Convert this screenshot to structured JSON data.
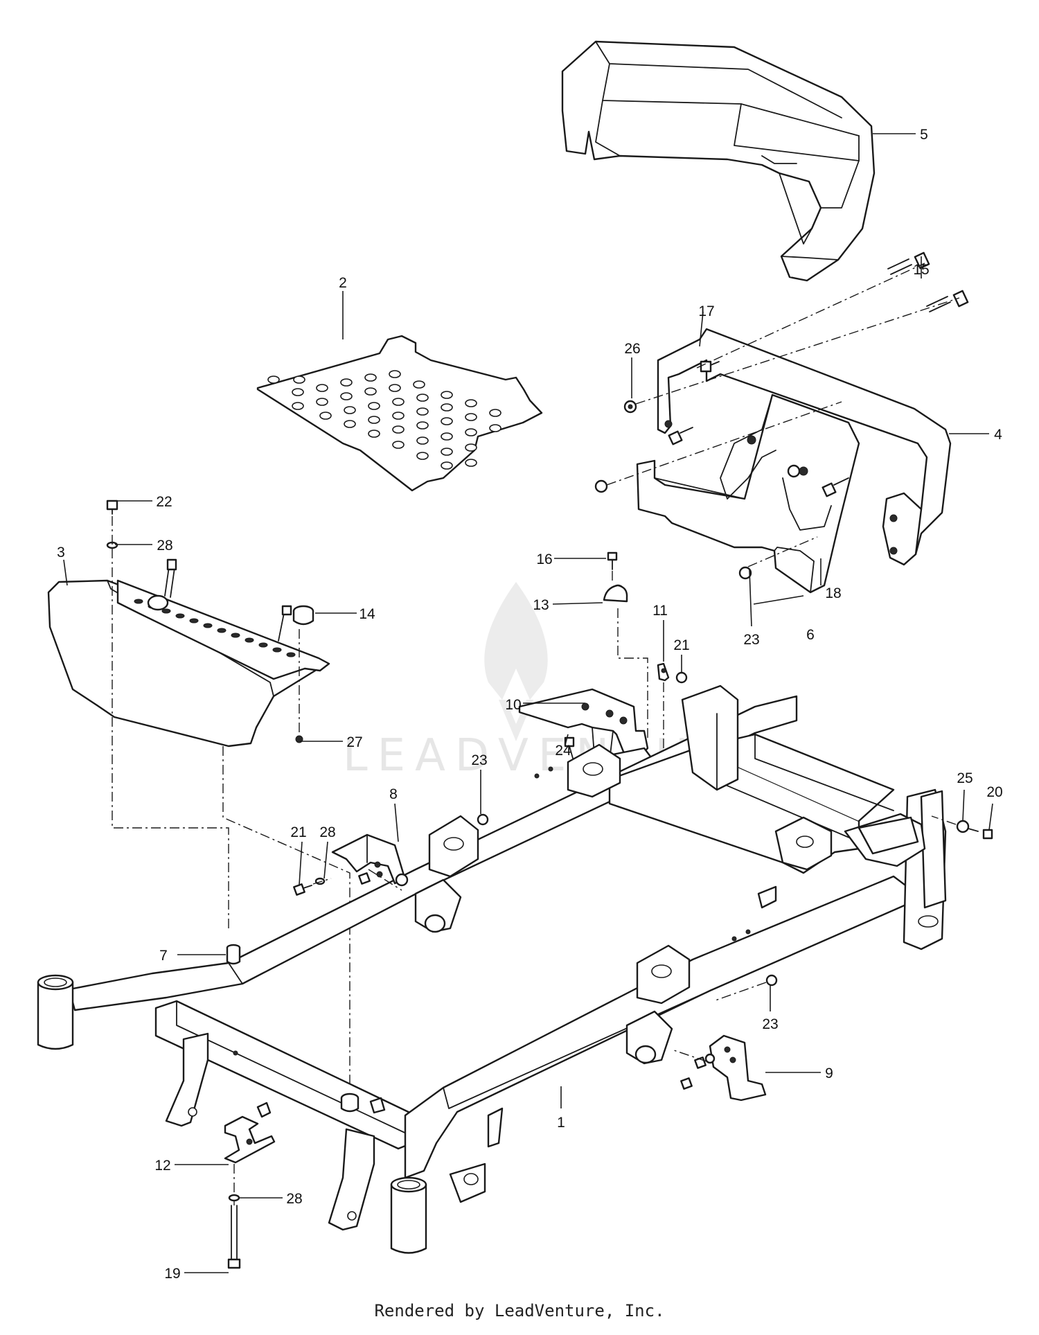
{
  "callouts": [
    "1",
    "2",
    "3",
    "4",
    "5",
    "6",
    "7",
    "8",
    "9",
    "10",
    "11",
    "12",
    "13",
    "14",
    "15",
    "16",
    "17",
    "18",
    "19",
    "20",
    "21",
    "21",
    "22",
    "23",
    "23",
    "23",
    "24",
    "25",
    "26",
    "27",
    "28",
    "28",
    "28"
  ],
  "watermark": "LEADVENTURE",
  "footer": "Rendered by LeadVenture, Inc."
}
